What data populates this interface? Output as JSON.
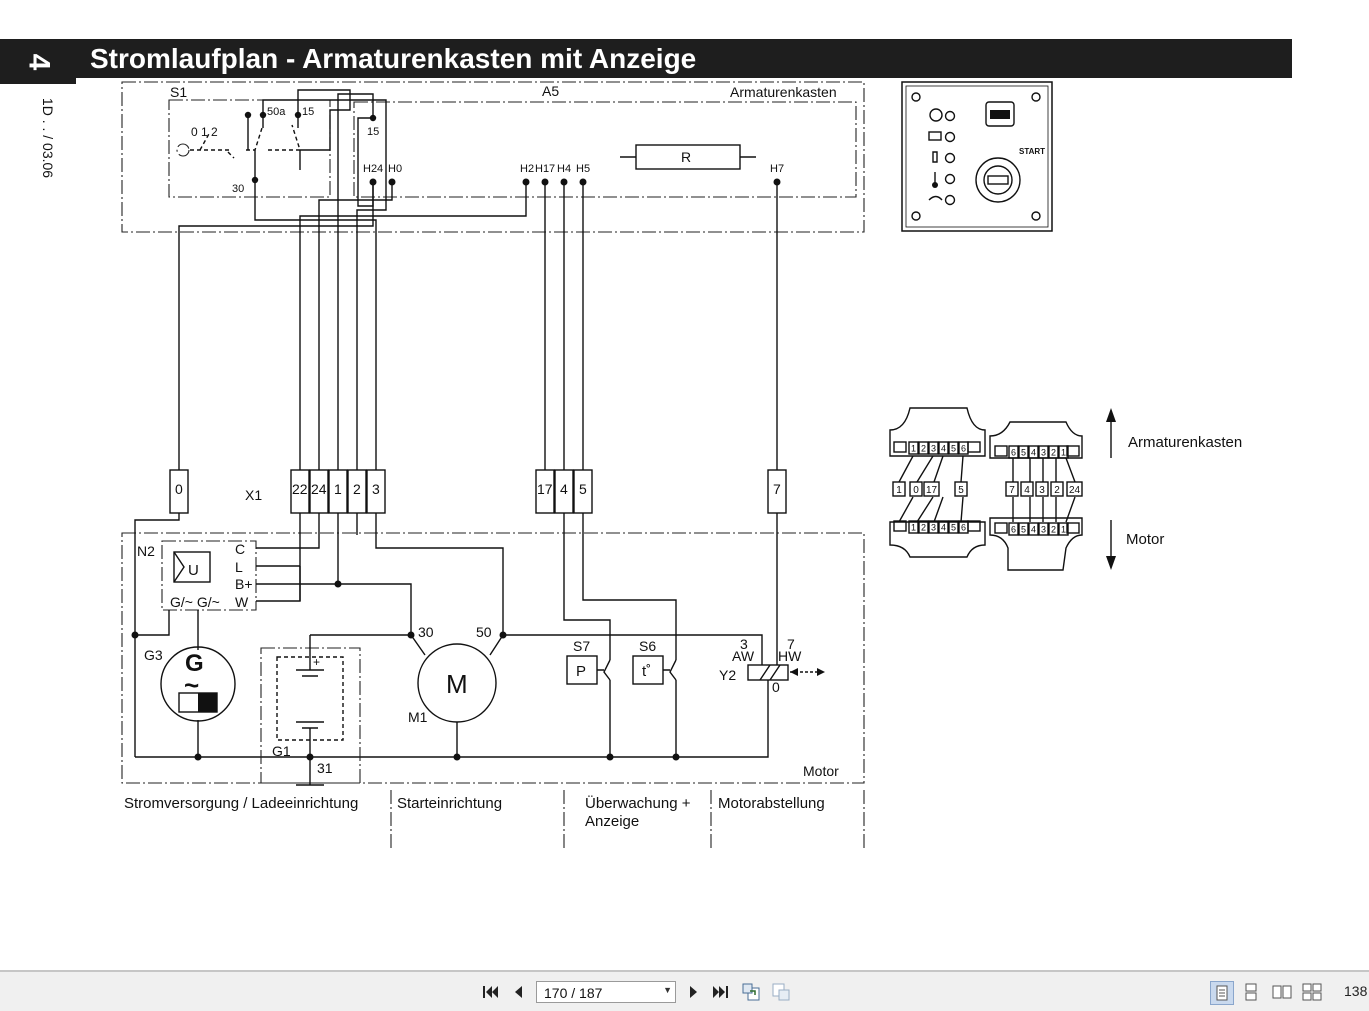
{
  "document": {
    "chapter_number": "4",
    "title": "Stromlaufplan - Armaturenkasten mit Anzeige",
    "side_code": "1D . . / 03.06"
  },
  "diagram": {
    "top_box": {
      "switch_label": "S1",
      "unit_label": "A5",
      "box_title": "Armaturenkasten",
      "switch_positions": "0 1 2",
      "switch_terminals": [
        "50a",
        "15",
        "30"
      ],
      "terminal_15": "15",
      "terminals": [
        "H24",
        "H0",
        "H2",
        "H17",
        "H4",
        "H5",
        "H7"
      ],
      "resistor": "R"
    },
    "panel": {
      "start_label": "START"
    },
    "connector_x1": {
      "label": "X1",
      "pins": [
        "0",
        "22",
        "24",
        "1",
        "2",
        "3",
        "17",
        "4",
        "5",
        "7"
      ]
    },
    "motor_box": {
      "regulator_label": "N2",
      "regulator_symbol": "U",
      "regulator_pins": [
        "C",
        "L",
        "B+",
        "W"
      ],
      "regulator_outputs": "G/~ G/~",
      "generator_label": "G3",
      "generator_symbol": "G",
      "generator_tilde": "~",
      "battery_label": "G1",
      "battery_plus": "+",
      "ground_label": "31",
      "starter_label": "M1",
      "starter_symbol": "M",
      "starter_terminals": [
        "30",
        "50"
      ],
      "pressure_switch_label": "S7",
      "pressure_switch_symbol": "P",
      "temp_switch_label": "S6",
      "temp_switch_symbol": "t˚",
      "solenoid_label": "Y2",
      "solenoid_terminals": [
        "3",
        "7",
        "0"
      ],
      "solenoid_aw": "AW",
      "solenoid_hw": "HW",
      "box_title": "Motor"
    },
    "sections": [
      "Stromversorgung / Ladeeinrichtung",
      "Starteinrichtung",
      "Überwachung +\nAnzeige",
      "Motorabstellung"
    ],
    "plug_diagram": {
      "top_left_pins": [
        "1",
        "2",
        "3",
        "4",
        "5",
        "6"
      ],
      "top_right_pins": [
        "6",
        "5",
        "4",
        "3",
        "2",
        "1"
      ],
      "mid_left": [
        "1",
        "0",
        "17",
        "5"
      ],
      "mid_right": [
        "7",
        "4",
        "3",
        "2",
        "24"
      ],
      "arrow_up_label": "Armaturenkasten",
      "arrow_down_label": "Motor"
    }
  },
  "toolbar": {
    "page_value": "170 / 187",
    "zoom": "138"
  }
}
